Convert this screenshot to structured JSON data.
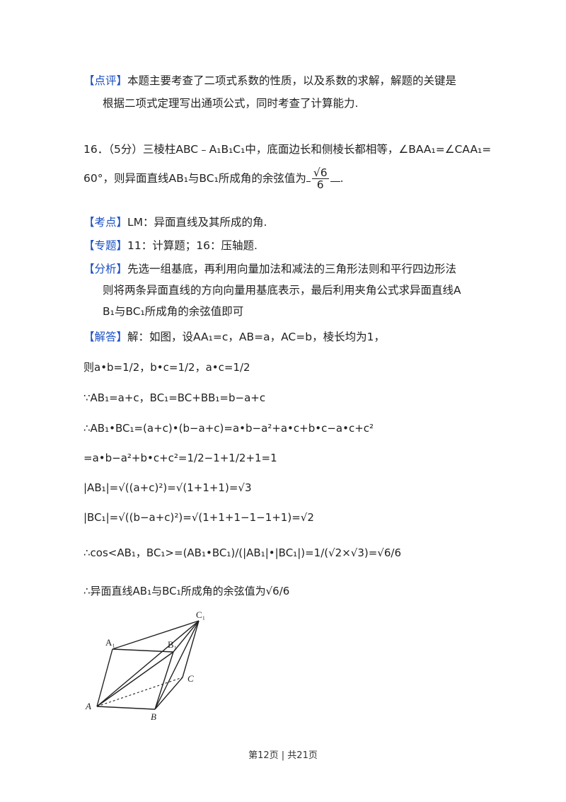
{
  "comment": {
    "tag": "【点评】",
    "line1": "本题主要考查了二项式系数的性质，以及系数的求解，解题的关键是",
    "line2": "根据二项式定理写出通项公式，同时考查了计算能力."
  },
  "problem": {
    "line1": "16．（5分）三棱柱ABC﹣A₁B₁C₁中，底面边长和侧棱长都相等，∠BAA₁=∠CAA₁=",
    "line2_pre": "60°，则异面直线AB₁与BC₁所成角的余弦值为",
    "answer_num": "√6",
    "answer_den": "6",
    "line2_post": "."
  },
  "kaodian": {
    "tag": "【考点】",
    "text": "LM：异面直线及其所成的角."
  },
  "zhuanti": {
    "tag": "【专题】",
    "text": "11：计算题；16：压轴题."
  },
  "fenxi": {
    "tag": "【分析】",
    "line1": "先选一组基底，再利用向量加法和减法的三角形法则和平行四边形法",
    "line2": "则将两条异面直线的方向向量用基底表示，最后利用夹角公式求异面直线A",
    "line3": "B₁与BC₁所成角的余弦值即可"
  },
  "jieda": {
    "tag": "【解答】",
    "text": "解：如图，设AA₁=c，AB=a，AC=b，棱长均为1，"
  },
  "steps": {
    "s1": "则a•b=1/2，b•c=1/2，a•c=1/2",
    "s2": "∵AB₁=a+c，BC₁=BC+BB₁=b−a+c",
    "s3": "∴AB₁•BC₁=(a+c)•(b−a+c)=a•b−a²+a•c+b•c−a•c+c²",
    "s4": "=a•b−a²+b•c+c²=1/2−1+1/2+1=1",
    "s5": "|AB₁|=√((a+c)²)=√(1+1+1)=√3",
    "s6": "|BC₁|=√((b−a+c)²)=√(1+1+1−1−1+1)=√2",
    "s7": "∴cos<AB₁，BC₁>=(AB₁•BC₁)/(|AB₁|•|BC₁|)=1/(√2×√3)=√6/6",
    "s8": "∴异面直线AB₁与BC₁所成角的余弦值为√6/6"
  },
  "figure": {
    "labels": [
      "A₁",
      "B₁",
      "C₁",
      "A",
      "B",
      "C"
    ]
  },
  "footer": "第12页 | 共21页"
}
